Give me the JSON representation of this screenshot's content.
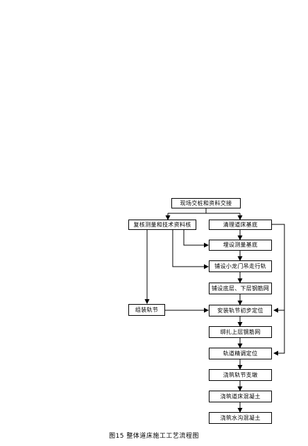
{
  "nodes": {
    "n0": "现场交桩和资料交接",
    "n1": "复核测量和技术资料核",
    "n2": "清理道床基底",
    "n3": "埋设测量基底",
    "n4": "铺设小龙门吊走行轨",
    "n5": "铺设底层、下层钢筋网",
    "n6": "组装轨节",
    "n7": "安装轨节初步定位",
    "n8": "绑扎上层钢筋网",
    "n9": "轨道精调定位",
    "n10": "浇筑轨节支墩",
    "n11": "浇筑道床混凝土",
    "n12": "浇筑水沟混凝土"
  },
  "caption": "图15 整体道床施工工艺流程图"
}
